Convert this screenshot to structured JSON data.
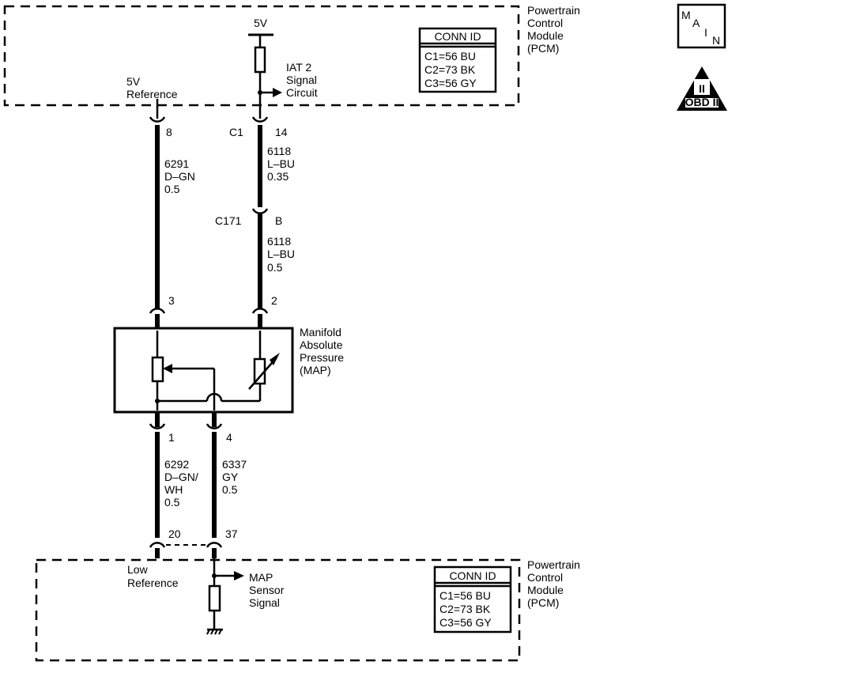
{
  "pcm_top": {
    "label_lines": [
      "Powertrain",
      "Control",
      "Module",
      "(PCM)"
    ],
    "supply": "5V",
    "ref_lines": [
      "5V",
      "Reference"
    ],
    "signal_lines": [
      "IAT 2",
      "Signal",
      "Circuit"
    ],
    "conn_id": {
      "header": "CONN ID",
      "rows": [
        "C1=56 BU",
        "C2=73 BK",
        "C3=56 GY"
      ]
    }
  },
  "connectors": {
    "pcm_c1": {
      "name": "C1",
      "pin_ref": "8",
      "pin_sig": "14"
    },
    "inline": {
      "name": "C171",
      "pin": "B"
    },
    "map_pins": {
      "p3": "3",
      "p2": "2",
      "p1": "1",
      "p4": "4"
    },
    "pcm_bottom": {
      "p20": "20",
      "p37": "37"
    }
  },
  "wires": {
    "ref": [
      "6291",
      "D–GN",
      "0.5"
    ],
    "sig_upper": [
      "6118",
      "L–BU",
      "0.35"
    ],
    "sig_lower": [
      "6118",
      "L–BU",
      "0.5"
    ],
    "low_ref": [
      "6292",
      "D–GN/",
      "WH",
      "0.5"
    ],
    "map_sig": [
      "6337",
      "GY",
      "0.5"
    ]
  },
  "sensor": {
    "label_lines": [
      "Manifold",
      "Absolute",
      "Pressure",
      "(MAP)"
    ]
  },
  "pcm_bottom": {
    "label_lines": [
      "Powertrain",
      "Control",
      "Module",
      "(PCM)"
    ],
    "low_ref_lines": [
      "Low",
      "Reference"
    ],
    "map_signal_lines": [
      "MAP",
      "Sensor",
      "Signal"
    ],
    "conn_id": {
      "header": "CONN ID",
      "rows": [
        "C1=56 BU",
        "C2=73 BK",
        "C3=56 GY"
      ]
    }
  },
  "badges": {
    "main_letters": [
      "M",
      "A",
      "I",
      "N"
    ],
    "obd_numeral": "II",
    "obd_text": "OBD II"
  }
}
